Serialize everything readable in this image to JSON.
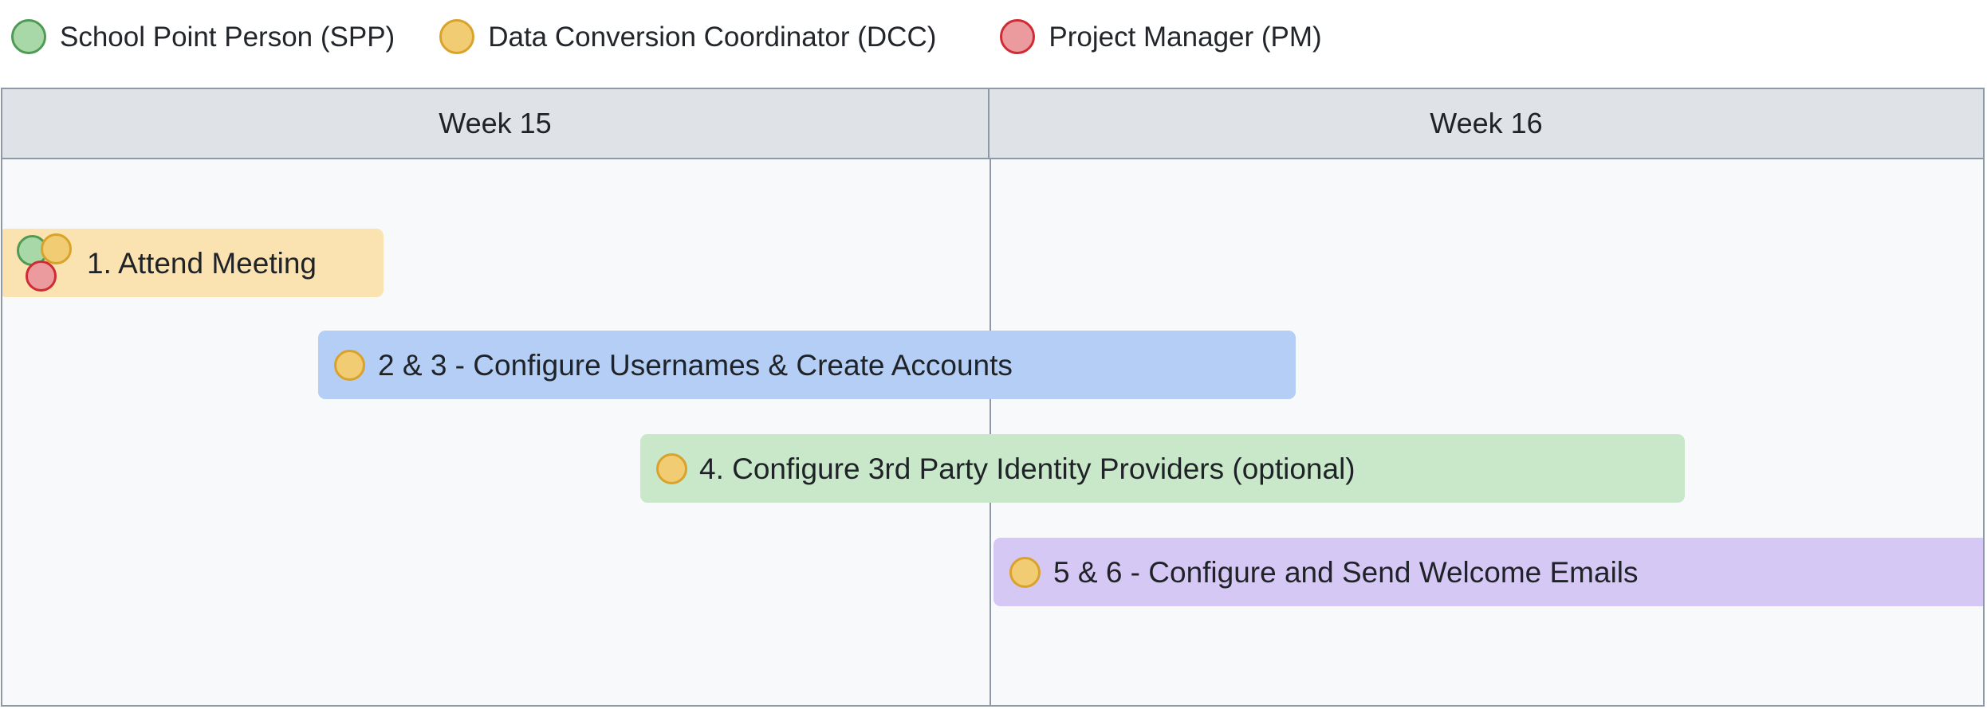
{
  "legend": {
    "items": [
      {
        "key": "spp",
        "label": "School Point Person (SPP)",
        "color": "#a8d8a8",
        "border": "#4f9a55",
        "icon": "circle-icon"
      },
      {
        "key": "dcc",
        "label": "Data Conversion Coordinator (DCC)",
        "color": "#f2cc72",
        "border": "#d9a22b",
        "icon": "circle-icon"
      },
      {
        "key": "pm",
        "label": "Project Manager (PM)",
        "color": "#eb9a9e",
        "border": "#cf2b35",
        "icon": "circle-icon"
      }
    ]
  },
  "timeline": {
    "columns": [
      {
        "label": "Week 15"
      },
      {
        "label": "Week 16"
      }
    ],
    "tasks": [
      {
        "label": "1. Attend Meeting",
        "roles": [
          "SPP",
          "DCC",
          "PM"
        ],
        "color": "#fae3b0",
        "start_week": "Week 15",
        "end_week": "Week 15"
      },
      {
        "label": "2 & 3 - Configure Usernames & Create Accounts",
        "roles": [
          "DCC"
        ],
        "color": "#b4cef5",
        "start_week": "Week 15",
        "end_week": "Week 16"
      },
      {
        "label": "4. Configure 3rd Party Identity Providers (optional)",
        "roles": [
          "DCC"
        ],
        "color": "#c9e8ca",
        "start_week": "Week 15",
        "end_week": "Week 16"
      },
      {
        "label": "5 & 6 - Configure and Send Welcome Emails",
        "roles": [
          "DCC"
        ],
        "color": "#d6c8f5",
        "start_week": "Week 16",
        "end_week": "Week 16"
      }
    ]
  },
  "chart_data": {
    "type": "bar",
    "title": "",
    "categories": [
      "Week 15",
      "Week 16"
    ],
    "series": [
      {
        "name": "1. Attend Meeting",
        "start": 0.0,
        "end": 0.39,
        "roles": [
          "SPP",
          "DCC",
          "PM"
        ]
      },
      {
        "name": "2 & 3 - Configure Usernames & Create Accounts",
        "start": 0.32,
        "end": 1.31,
        "roles": [
          "DCC"
        ]
      },
      {
        "name": "4. Configure 3rd Party Identity Providers (optional)",
        "start": 0.65,
        "end": 1.71,
        "roles": [
          "DCC"
        ]
      },
      {
        "name": "5 & 6 - Configure and Send Welcome Emails",
        "start": 1.0,
        "end": 2.0,
        "roles": [
          "DCC"
        ]
      }
    ],
    "xlabel": "",
    "ylabel": "",
    "legend_position": "top"
  }
}
